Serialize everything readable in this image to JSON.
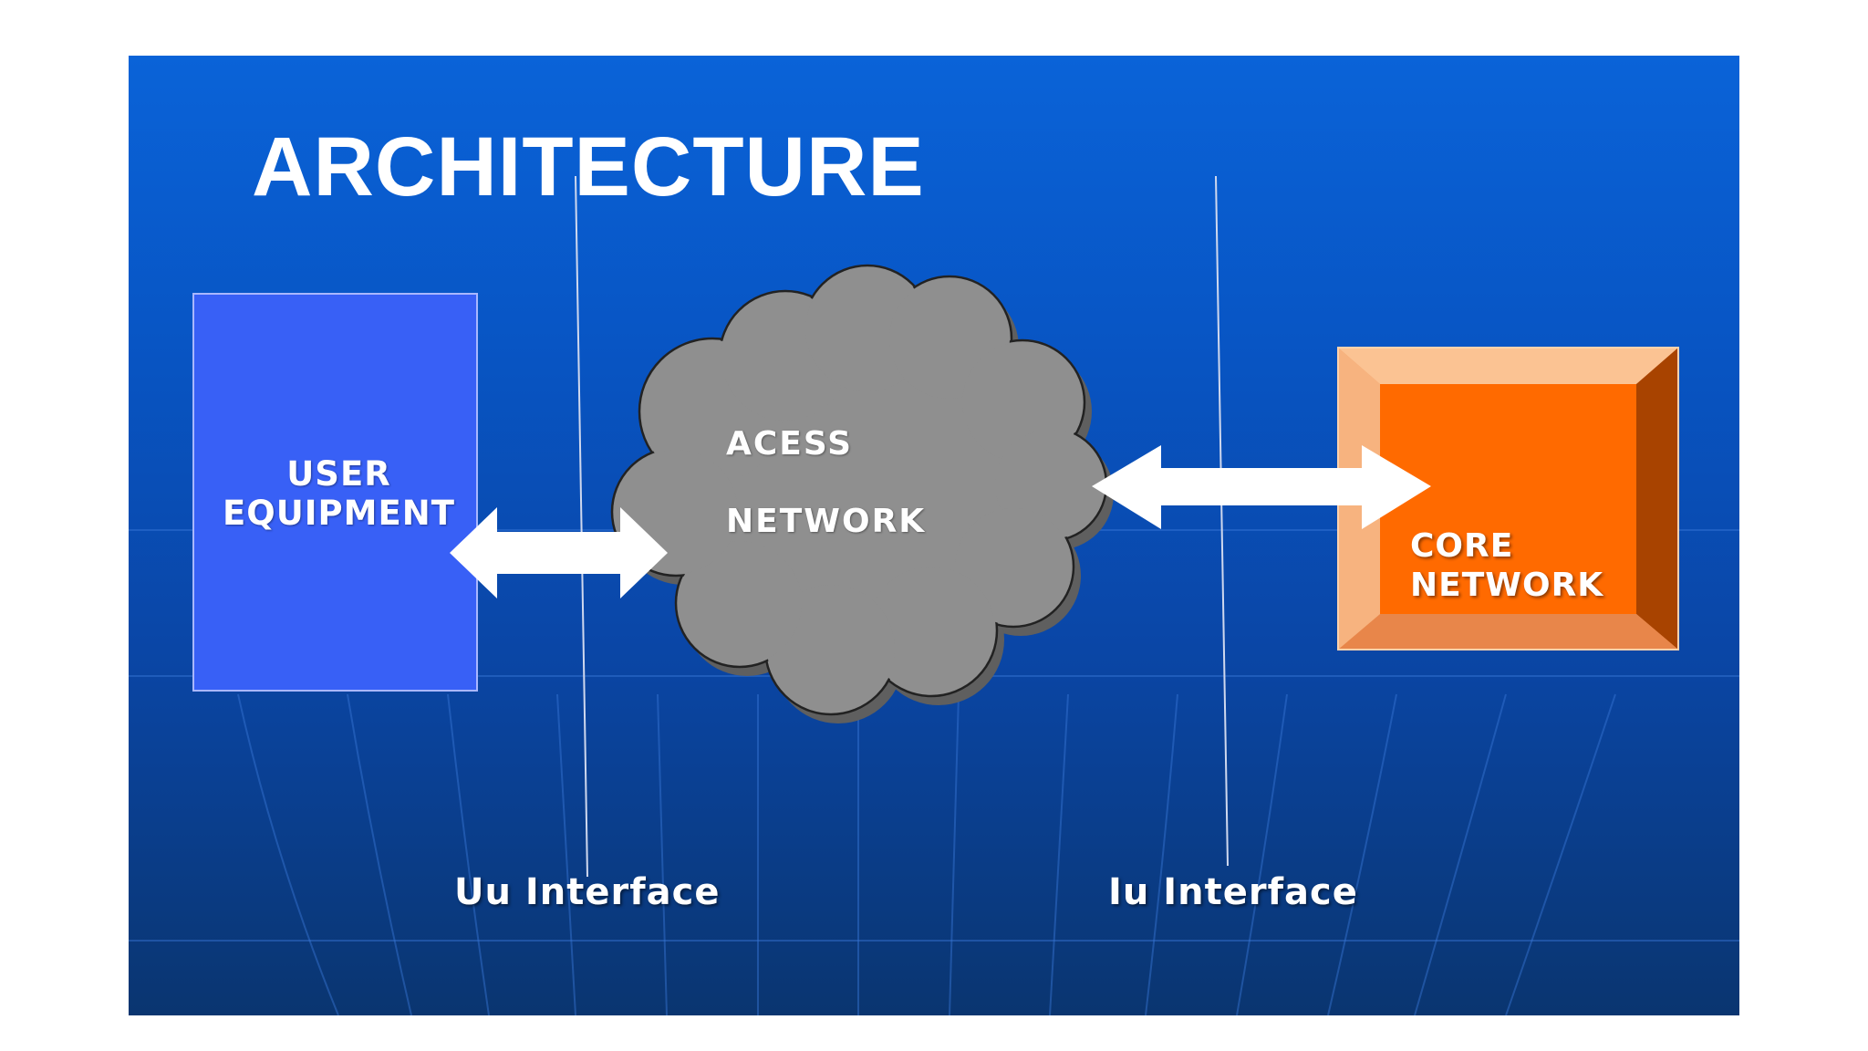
{
  "slide": {
    "title": "ARCHITECTURE"
  },
  "nodes": {
    "user_equipment": "USER EQUIPMENT",
    "access_network_line1": "ACESS",
    "access_network_line2": "NETWORK",
    "core_network_line1": "CORE",
    "core_network_line2": "NETWORK"
  },
  "interfaces": {
    "uu": "Uu Interface",
    "iu": "Iu Interface"
  },
  "colors": {
    "background": "#0a55c6",
    "user_equipment": "#3860f6",
    "cloud": "#8c8c8c",
    "core": "#ff6a00",
    "arrow": "#ffffff"
  },
  "icons": [
    "double-arrow-icon",
    "cloud-icon",
    "beveled-box-icon"
  ]
}
